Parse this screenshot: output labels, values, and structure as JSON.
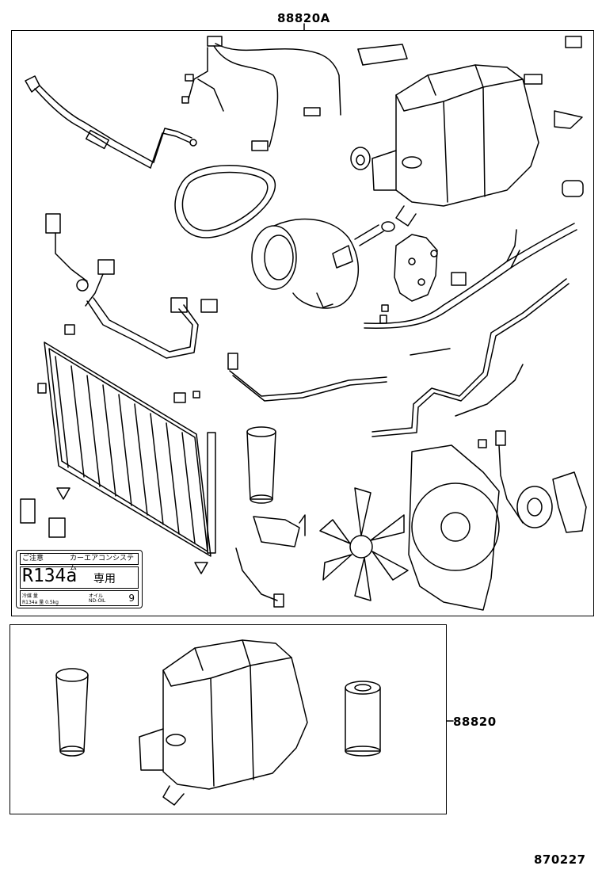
{
  "callouts": {
    "top_assembly": "88820A",
    "bottom_assembly": "88820",
    "reference": "870227"
  },
  "label_plate": {
    "tag": "ご注意",
    "system": "カーエアコンシステム",
    "refrigerant": "R134a",
    "exclusive": "専用",
    "footer_col1_a": "冷媒 量",
    "footer_col1_b": "R134a 量 0.5kg",
    "footer_col2_a": "オイル",
    "footer_col2_b": "ND-OIL",
    "footer_grade": "9"
  }
}
